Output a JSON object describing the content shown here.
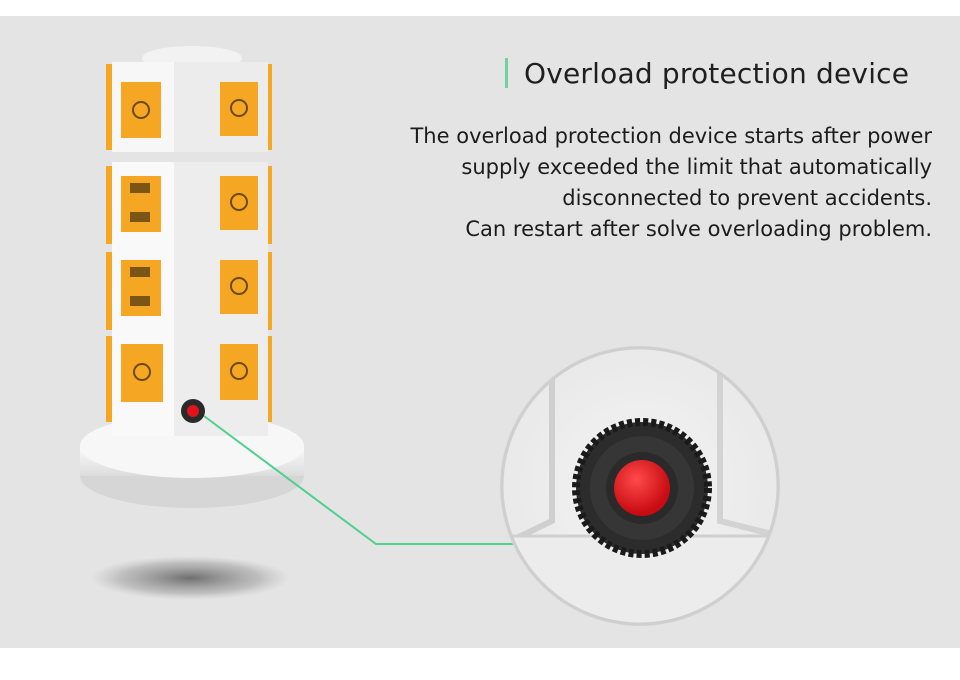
{
  "heading": {
    "title": "Overload protection device"
  },
  "description": {
    "lines": [
      "The overload protection device starts after power",
      "supply exceeded the limit that automatically",
      "disconnected to prevent accidents.",
      "Can restart after solve overloading problem."
    ]
  },
  "colors": {
    "accent": "#6fd3a0",
    "socket_orange": "#f5a623",
    "button_red": "#e0141a",
    "background": "#e4e4e4"
  },
  "icons": {
    "product": "power-strip-tower",
    "zoom": "overload-reset-button",
    "connector": "callout-line"
  }
}
